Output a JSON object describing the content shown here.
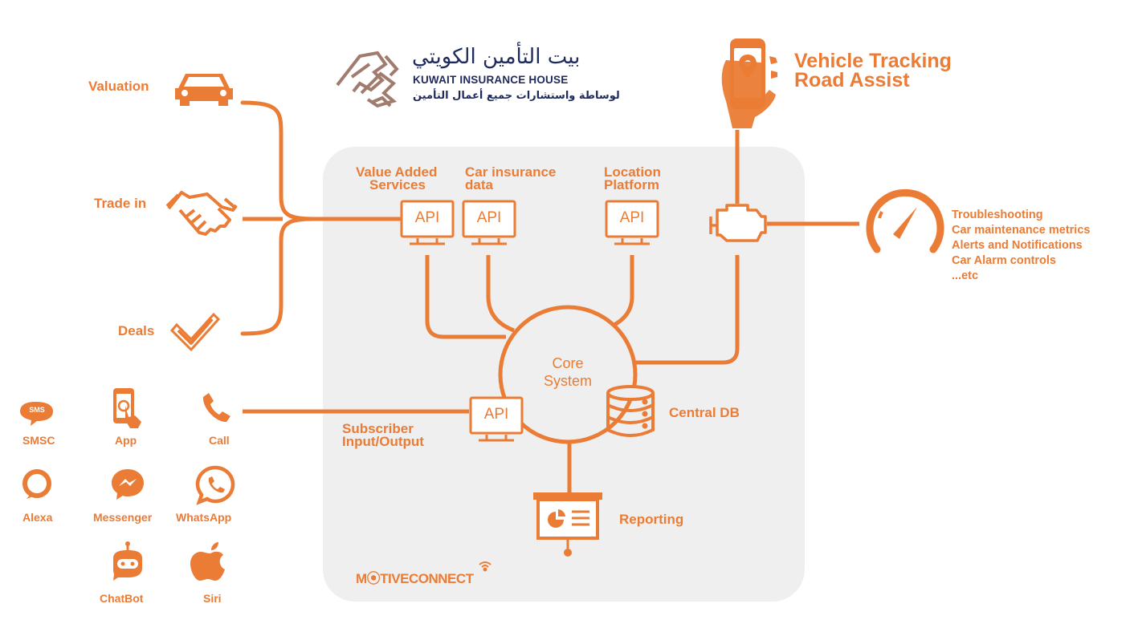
{
  "logo": {
    "arabic_name": "بيت التأمين الكويتي",
    "english_name": "KUWAIT INSURANCE HOUSE",
    "arabic_tagline": "لوساطة واستشارات جميع أعمال التأمين"
  },
  "vehicle_tracking": {
    "line1": "Vehicle Tracking",
    "line2": "Road Assist"
  },
  "services": {
    "valuation": "Valuation",
    "trade_in": "Trade in",
    "deals": "Deals"
  },
  "apis": {
    "value_added": {
      "line1": "Value Added",
      "line2": "Services",
      "badge": "API"
    },
    "car_insurance": {
      "line1": "Car insurance",
      "line2": "data",
      "badge": "API"
    },
    "location": {
      "line1": "Location",
      "line2": "Platform",
      "badge": "API"
    },
    "subscriber": {
      "line1": "Subscriber",
      "line2": "Input/Output",
      "badge": "API"
    }
  },
  "core": {
    "line1": "Core",
    "line2": "System"
  },
  "central_db": "Central DB",
  "reporting": "Reporting",
  "brand": "M⦿TIVECONNECT",
  "features": [
    "Troubleshooting",
    "Car maintenance metrics",
    "Alerts and Notifications",
    "Car Alarm controls",
    "...etc"
  ],
  "channels": {
    "smsc": "SMSC",
    "sms_badge": "SMS",
    "app": "App",
    "call": "Call",
    "alexa": "Alexa",
    "messenger": "Messenger",
    "whatsapp": "WhatsApp",
    "chatbot": "ChatBot",
    "siri": "Siri"
  },
  "colors": {
    "accent": "#ea7c35",
    "panel": "#efefef",
    "logo_navy": "#1f2a5c",
    "logo_taupe": "#a07b6e"
  }
}
